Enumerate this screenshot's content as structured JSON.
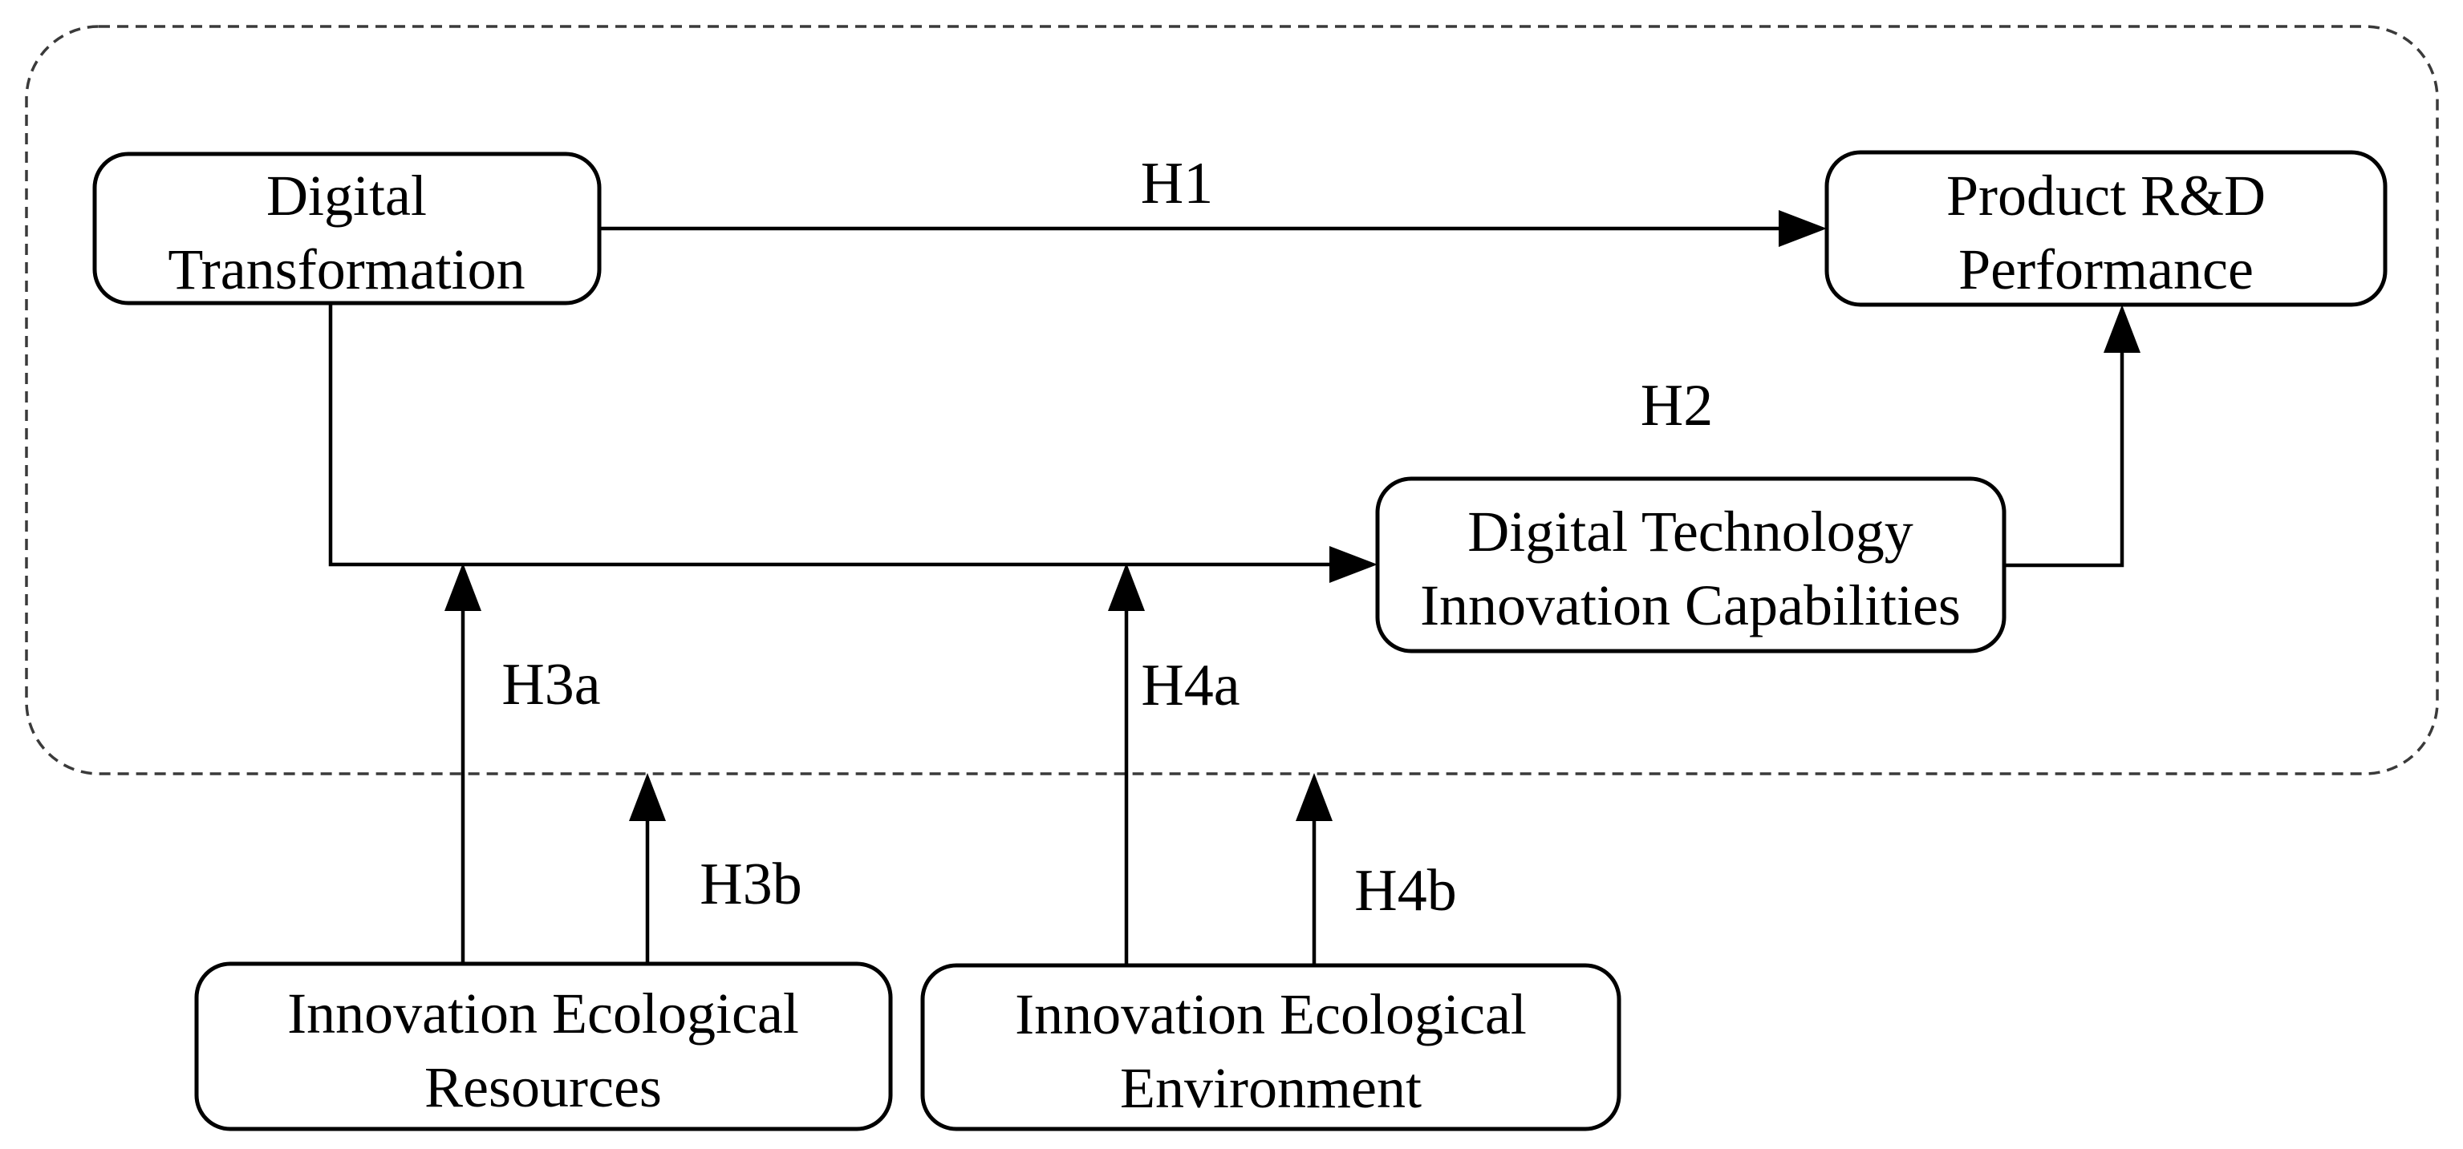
{
  "figure": {
    "kind": "research-hypothesis-model-diagram",
    "background_color": "#ffffff",
    "box_fill": "#ffffff",
    "box_border_color": "#000000",
    "line_color": "#000000",
    "dashed_boundary_color": "#3a3a3a"
  },
  "boxes": {
    "digital_transformation": {
      "line1": "Digital",
      "line2": "Transformation"
    },
    "product_rd_performance": {
      "line1": "Product R&D",
      "line2": "Performance"
    },
    "digital_technology_innovation_capabilities": {
      "line1": "Digital Technology",
      "line2": "Innovation Capabilities"
    },
    "innovation_ecological_resources": {
      "line1": "Innovation Ecological",
      "line2": "Resources"
    },
    "innovation_ecological_environment": {
      "line1": "Innovation Ecological",
      "line2": "Environment"
    }
  },
  "hypothesis_labels": {
    "h1": "H1",
    "h2": "H2",
    "h3a": "H3a",
    "h3b": "H3b",
    "h4a": "H4a",
    "h4b": "H4b"
  },
  "relations": [
    {
      "label": "H1",
      "from": "Digital Transformation",
      "to": "Product R&D Performance"
    },
    {
      "label": "H2",
      "from": "Digital Transformation",
      "to": "Digital Technology Innovation Capabilities",
      "then_to": "Product R&D Performance"
    },
    {
      "label": "H3a",
      "from": "Innovation Ecological Resources",
      "moderates": "Digital Transformation -> Digital Technology Innovation Capabilities"
    },
    {
      "label": "H3b",
      "from": "Innovation Ecological Resources",
      "moderates": "model boundary"
    },
    {
      "label": "H4a",
      "from": "Innovation Ecological Environment",
      "moderates": "Digital Transformation -> Digital Technology Innovation Capabilities"
    },
    {
      "label": "H4b",
      "from": "Innovation Ecological Environment",
      "moderates": "model boundary"
    }
  ]
}
